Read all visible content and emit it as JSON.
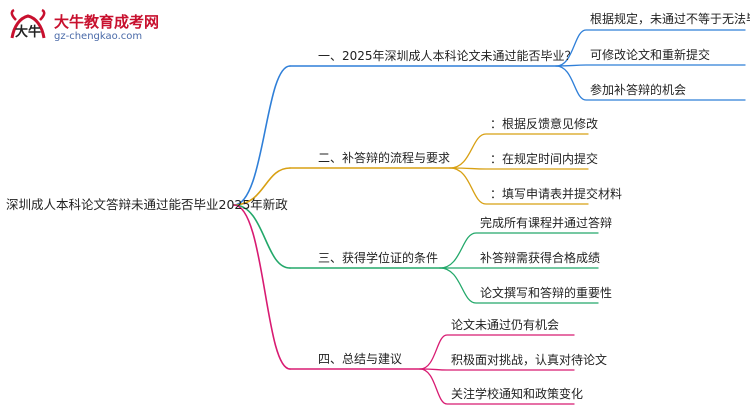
{
  "logo": {
    "brand_mark": "大牛",
    "title": "大牛教育成考网",
    "url": "gz-chengkao.com"
  },
  "mindmap": {
    "root": "深圳成人本科论文答辩未通过能否毕业2025年新政",
    "branches": [
      {
        "label": "一、2025年深圳成人本科论文未通过能否毕业？",
        "color": "#2f7fd8",
        "children": [
          "根据规定，未通过不等于无法毕业",
          "可修改论文和重新提交",
          "参加补答辩的机会"
        ]
      },
      {
        "label": "二、补答辩的流程与要求",
        "color": "#d8a013",
        "children": [
          "：根据反馈意见修改",
          "：在规定时间内提交",
          "：填写申请表并提交材料"
        ]
      },
      {
        "label": "三、获得学位证的条件",
        "color": "#23a86a",
        "children": [
          "完成所有课程并通过答辩",
          "补答辩需获得合格成绩",
          "论文撰写和答辩的重要性"
        ]
      },
      {
        "label": "四、总结与建议",
        "color": "#d81b72",
        "children": [
          "论文未通过仍有机会",
          "积极面对挑战，认真对待论文",
          "关注学校通知和政策变化"
        ]
      }
    ]
  }
}
